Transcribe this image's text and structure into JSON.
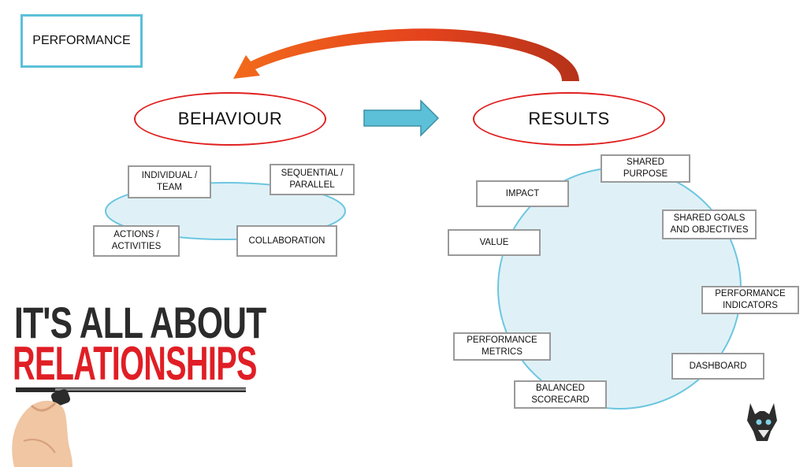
{
  "title": "PERFORMANCE",
  "behaviour": {
    "label": "BEHAVIOUR",
    "items": [
      "INDIVIDUAL /\nTEAM",
      "SEQUENTIAL /\nPARALLEL",
      "ACTIONS /\nACTIVITIES",
      "COLLABORATION"
    ]
  },
  "results": {
    "label": "RESULTS",
    "items": [
      "SHARED PURPOSE",
      "IMPACT",
      "SHARED GOALS\nAND OBJECTIVES",
      "VALUE",
      "PERFORMANCE\nINDICATORS",
      "PERFORMANCE\nMETRICS",
      "DASHBOARD",
      "BALANCED\nSCORECARD"
    ]
  },
  "slogan": {
    "line1": "IT'S ALL ABOUT",
    "line2": "RELATIONSHIPS"
  },
  "colors": {
    "oval_border": "#e02020",
    "title_border": "#5bc0d8",
    "bubble_fill": "#dff1f7",
    "bubble_stroke": "#6cc6e0",
    "right_arrow": "#5bc0d8",
    "curved_arrow": "#e8521e",
    "slogan_red": "#e01e25",
    "slogan_dark": "#2b2b2b"
  },
  "icons": [
    "curved-arrow-icon",
    "right-arrow-icon",
    "wolf-logo-icon",
    "hand-with-marker-icon"
  ]
}
